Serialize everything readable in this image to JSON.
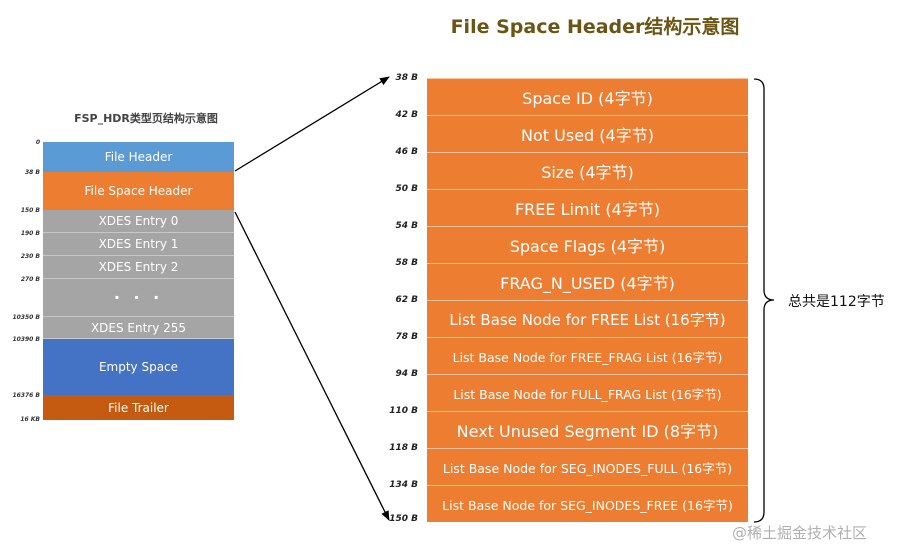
{
  "title": "File Space Header结构示意图",
  "left_diagram": {
    "title": "FSP_HDR类型页结构示意图",
    "blocks": [
      {
        "label": "File Header",
        "type": "header"
      },
      {
        "label": "File Space Header",
        "type": "fsp"
      },
      {
        "label": "XDES Entry 0",
        "type": "xdes"
      },
      {
        "label": "XDES Entry 1",
        "type": "xdes"
      },
      {
        "label": "XDES Entry 2",
        "type": "xdes"
      },
      {
        "label": "· · ·",
        "type": "dots"
      },
      {
        "label": "XDES Entry 255",
        "type": "xdes"
      },
      {
        "label": "Empty Space",
        "type": "empty"
      },
      {
        "label": "File Trailer",
        "type": "trailer"
      }
    ],
    "offsets": [
      "0",
      "38 B",
      "150 B",
      "190 B",
      "230 B",
      "270 B",
      "10350 B",
      "10390 B",
      "16376 B",
      "16 KB"
    ]
  },
  "right_diagram": {
    "fields": [
      "Space ID (4字节)",
      "Not Used (4字节)",
      "Size (4字节)",
      "FREE Limit (4字节)",
      "Space Flags (4字节)",
      "FRAG_N_USED (4字节)",
      "List Base Node for FREE List (16字节)",
      "List Base Node for FREE_FRAG List (16字节)",
      "List Base Node for FULL_FRAG List (16字节)",
      "Next Unused Segment ID  (8字节)",
      "List Base Node for SEG_INODES_FULL (16字节)",
      "List Base Node for SEG_INODES_FREE (16字节)"
    ],
    "offsets": [
      "38 B",
      "42 B",
      "46 B",
      "50 B",
      "54 B",
      "58 B",
      "62 B",
      "78 B",
      "94 B",
      "110 B",
      "118 B",
      "134 B",
      "150 B"
    ],
    "total_label": "总共是112字节"
  },
  "watermark": "@稀土掘金技术社区",
  "colors": {
    "title": "#6b5515",
    "file_header": "#5b9bd5",
    "file_space_header": "#ed7d31",
    "xdes_entry": "#a5a5a5",
    "empty_space": "#4472c4",
    "file_trailer": "#c55a11"
  }
}
